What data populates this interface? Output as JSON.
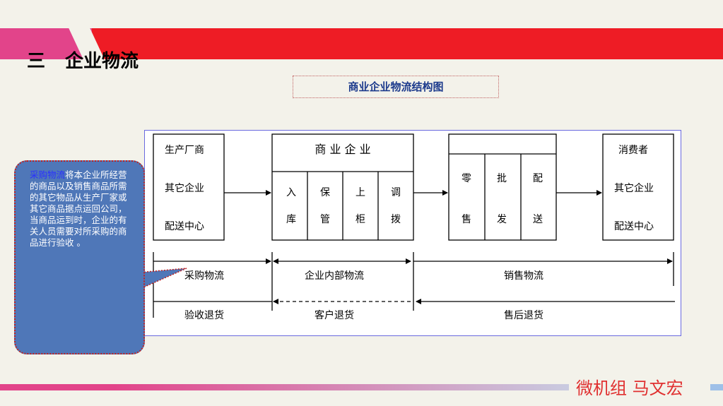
{
  "page": {
    "section_number": "三",
    "title": "企业物流",
    "diagram_title": "商业企业物流结构图",
    "author": "微机组 马文宏"
  },
  "callout": {
    "highlight": "采购物流",
    "text": "将本企业所经营的商品以及销售商品所需的其它物品从生产厂家或其它商品据点运回公司，当商品运到时，企业的有关人员需要对所采购的商品进行验收 。"
  },
  "diagram": {
    "sources": [
      "生产厂商",
      "其它企业",
      "配送中心"
    ],
    "enterprise_header": "商 业 企 业",
    "enterprise_steps": [
      [
        "入",
        "库"
      ],
      [
        "保",
        "管"
      ],
      [
        "上",
        "柜"
      ],
      [
        "调",
        "拨"
      ]
    ],
    "sales_steps": [
      [
        "零",
        "售"
      ],
      [
        "批",
        "发"
      ],
      [
        "配",
        "送"
      ]
    ],
    "consumers": [
      "消费者",
      "其它企业",
      "配送中心"
    ],
    "flows": [
      "采购物流",
      "企业内部物流",
      "销售物流"
    ],
    "returns": [
      "验收退货",
      "客户退货",
      "售后退货"
    ]
  }
}
